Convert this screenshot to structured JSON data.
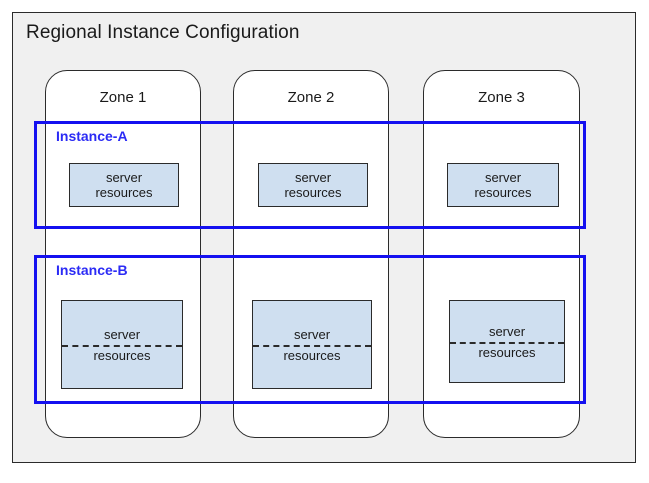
{
  "diagram": {
    "title": "Regional Instance Configuration",
    "zones": [
      {
        "label": "Zone 1"
      },
      {
        "label": "Zone 2"
      },
      {
        "label": "Zone 3"
      }
    ],
    "instances": [
      {
        "label": "Instance-A",
        "accent_color": "#2b2bf5",
        "border_color": "#1410f0",
        "resources": [
          {
            "line1": "server",
            "line2": "resources",
            "divider": false
          },
          {
            "line1": "server",
            "line2": "resources",
            "divider": false
          },
          {
            "line1": "server",
            "line2": "resources",
            "divider": false
          }
        ]
      },
      {
        "label": "Instance-B",
        "accent_color": "#2b2bf5",
        "border_color": "#1410f0",
        "resources": [
          {
            "line1": "server",
            "line2": "resources",
            "divider": true
          },
          {
            "line1": "server",
            "line2": "resources",
            "divider": true
          },
          {
            "line1": "server",
            "line2": "resources",
            "divider": true
          }
        ]
      }
    ],
    "colors": {
      "canvas_background": "#ffffff",
      "region_fill": "#f0f0f0",
      "zone_fill": "#ffffff",
      "resource_fill": "#cfdff0",
      "stroke": "#2b2b2b",
      "instance_stroke": "#1410f0",
      "instance_text": "#2b2bf5",
      "text": "#1a1a1a"
    }
  }
}
